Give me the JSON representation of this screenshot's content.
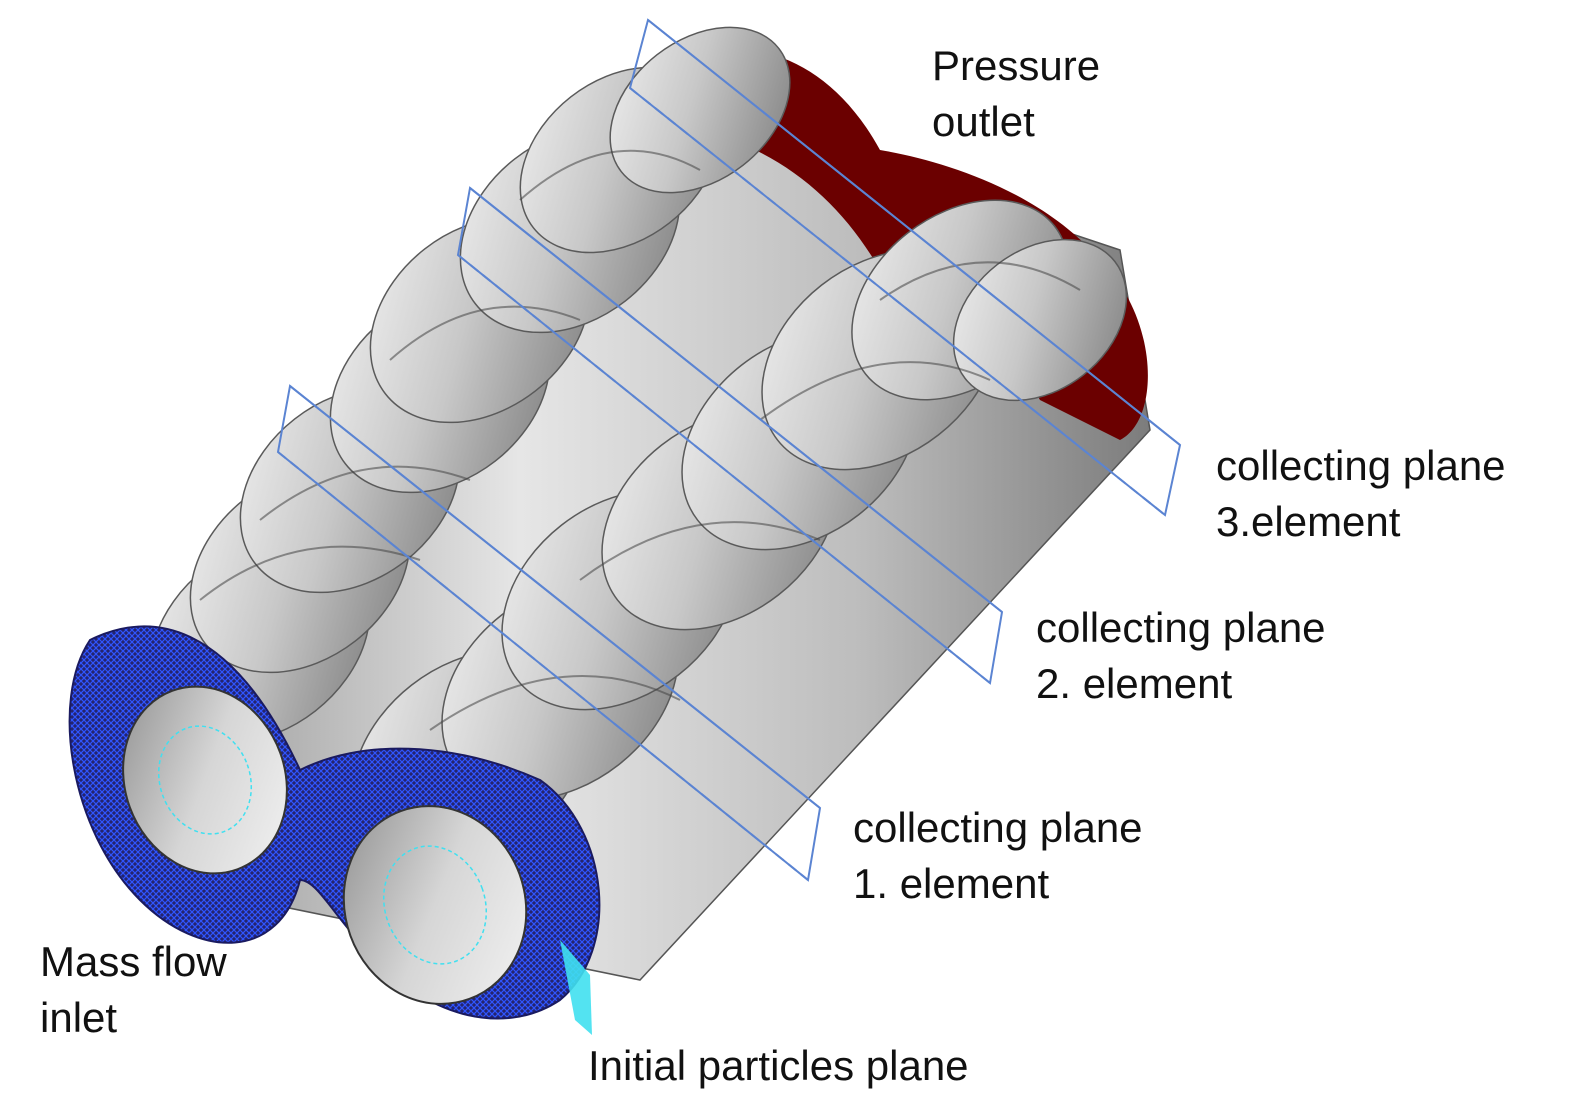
{
  "colors": {
    "background": "#ffffff",
    "screw_light": "#e8e8e8",
    "screw_mid": "#b4b4b4",
    "screw_dark": "#707070",
    "outlet": "#6b0000",
    "inlet": "#24246e",
    "inlet_mesh": "#2f4fe0",
    "particles": "#40e0f0",
    "plane_line": "#5b84d2",
    "text": "#111111"
  },
  "labels": {
    "pressure_outlet": {
      "line1": "Pressure",
      "line2": "outlet"
    },
    "plane3": {
      "line1": "collecting plane",
      "line2": "3.element"
    },
    "plane2": {
      "line1": "collecting plane",
      "line2": "2. element"
    },
    "plane1": {
      "line1": "collecting plane",
      "line2": "1. element"
    },
    "mass_flow_inlet": {
      "line1": "Mass flow",
      "line2": "inlet"
    },
    "initial_particles": "Initial particles plane"
  }
}
